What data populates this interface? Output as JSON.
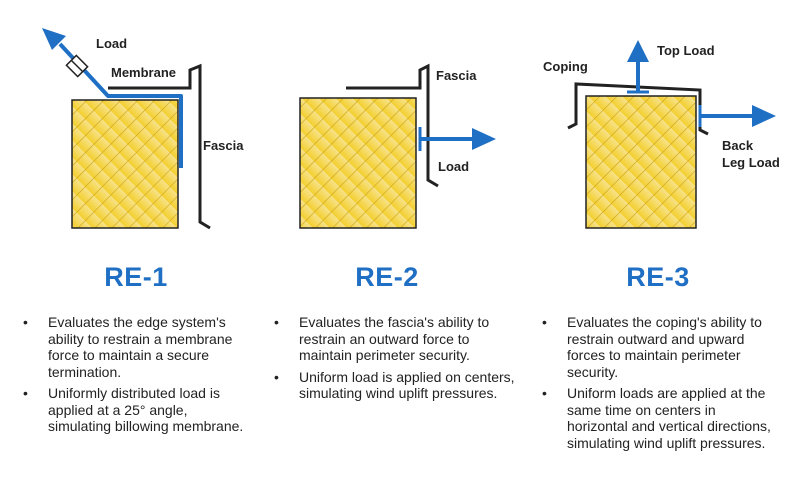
{
  "colors": {
    "accent_blue": "#1f6fc4",
    "block_yellow": "#f6d64a",
    "outline_black": "#222222"
  },
  "figures": [
    {
      "id": "RE-1",
      "title": "RE-1",
      "labels": {
        "load": "Load",
        "membrane": "Membrane",
        "fascia": "Fascia"
      },
      "bullets": [
        "Evaluates the edge system's ability to restrain a membrane force to maintain a secure termination.",
        "Uniformly distributed load is applied at a 25° angle, simulating billowing membrane."
      ]
    },
    {
      "id": "RE-2",
      "title": "RE-2",
      "labels": {
        "fascia": "Fascia",
        "load": "Load"
      },
      "bullets": [
        "Evaluates the fascia's ability to restrain an outward force to maintain perimeter security.",
        "Uniform load is applied on centers, simulating wind uplift pressures."
      ]
    },
    {
      "id": "RE-3",
      "title": "RE-3",
      "labels": {
        "coping": "Coping",
        "top_load": "Top Load",
        "back_leg_load_line1": "Back",
        "back_leg_load_line2": "Leg Load"
      },
      "bullets": [
        "Evaluates the coping's ability to restrain outward and upward forces to maintain perimeter security.",
        "Uniform loads are applied at the same time on centers in horizontal and vertical directions, simulating wind uplift pressures."
      ]
    }
  ]
}
